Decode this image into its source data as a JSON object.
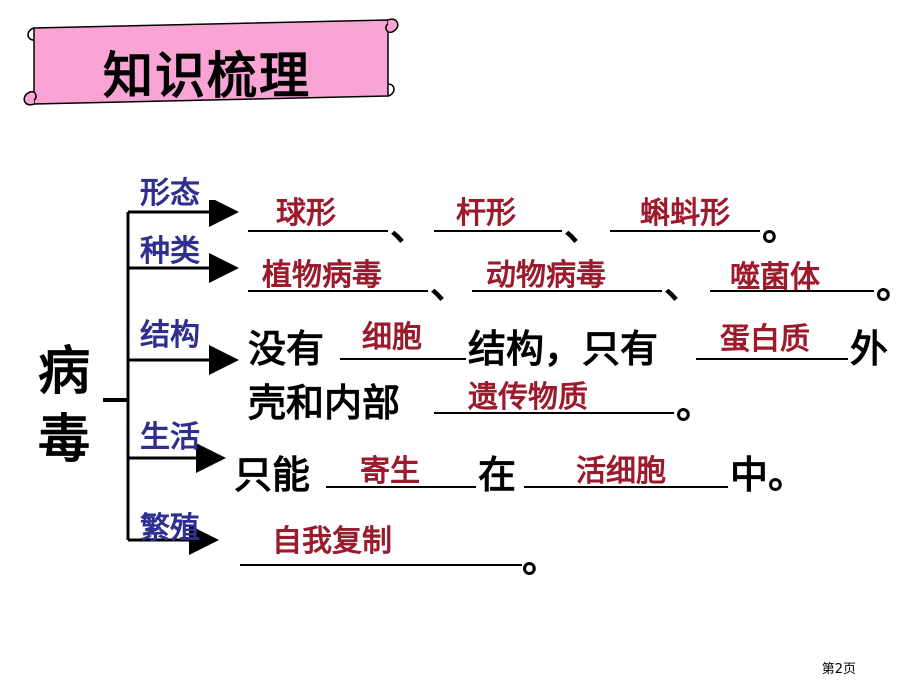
{
  "title": "知识梳理",
  "subject": "病毒",
  "rows": {
    "shape": {
      "label": "形态",
      "answers": [
        "球形",
        "杆形",
        "蝌蚪形"
      ],
      "sep": "、",
      "end": "。"
    },
    "kind": {
      "label": "种类",
      "answers": [
        "植物病毒",
        "动物病毒",
        "噬菌体"
      ],
      "sep": "、",
      "end": "。"
    },
    "structure": {
      "label": "结构",
      "text1": "没有",
      "ans1": "细胞",
      "text2": "结构，只有",
      "ans2": "蛋白质",
      "text3": "外",
      "text4": "壳和内部",
      "ans3": "遗传物质",
      "end": "。"
    },
    "life": {
      "label": "生活",
      "text1": "只能",
      "ans1": "寄生",
      "text2": "在",
      "ans2": "活细胞",
      "text3": "中。"
    },
    "repro": {
      "label": "繁殖",
      "ans1": "自我复制",
      "end": "。"
    }
  },
  "footer": {
    "page": "第2页"
  },
  "colors": {
    "scroll_fill": "#f9a4d4",
    "category_text": "#2f2f8f",
    "answer_text": "#9b1b2c"
  }
}
